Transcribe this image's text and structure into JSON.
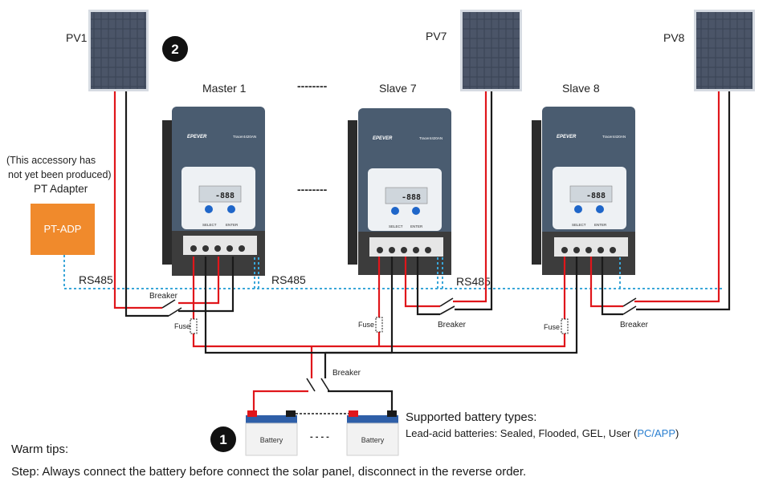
{
  "pv": [
    {
      "label": "PV1"
    },
    {
      "label": "PV7"
    },
    {
      "label": "PV8"
    }
  ],
  "controllers": [
    {
      "label": "Master 1",
      "brand": "EPEVER",
      "model": "Tracer4420AN",
      "select": "SELECT",
      "enter": "ENTER",
      "lcd": "-888"
    },
    {
      "label": "Slave 7",
      "brand": "EPEVER",
      "model": "Tracer4420AN",
      "select": "SELECT",
      "enter": "ENTER",
      "lcd": "-888"
    },
    {
      "label": "Slave 8",
      "brand": "EPEVER",
      "model": "Tracer4420AN",
      "select": "SELECT",
      "enter": "ENTER",
      "lcd": "-888"
    }
  ],
  "ellipsis": "--------",
  "adapter": {
    "note_line1": "(This accessory has",
    "note_line2": "not yet been produced)",
    "title": "PT Adapter",
    "box_label": "PT-ADP",
    "color": "#f08a2c"
  },
  "labels": {
    "rs485": "RS485",
    "breaker": "Breaker",
    "fuse": "Fuse"
  },
  "steps": {
    "one": "1",
    "two": "2"
  },
  "battery": {
    "label": "Battery",
    "dots": "- - - -"
  },
  "supported_title": "Supported battery types:",
  "battery_types_prefix": "Lead-acid batteries: Sealed, Flooded, GEL, User (",
  "battery_types_link": "PC/APP",
  "battery_types_suffix": ")",
  "tips_title": "Warm tips:",
  "tips_step": "Step: Always connect the battery before connect the solar panel, disconnect in the reverse order.",
  "colors": {
    "positive_wire": "#e0161b",
    "negative_wire": "#1a1a1a",
    "rs485_wire": "#3aa6d8",
    "controller_body": "#4a5c70",
    "link": "#2a7fd0"
  }
}
